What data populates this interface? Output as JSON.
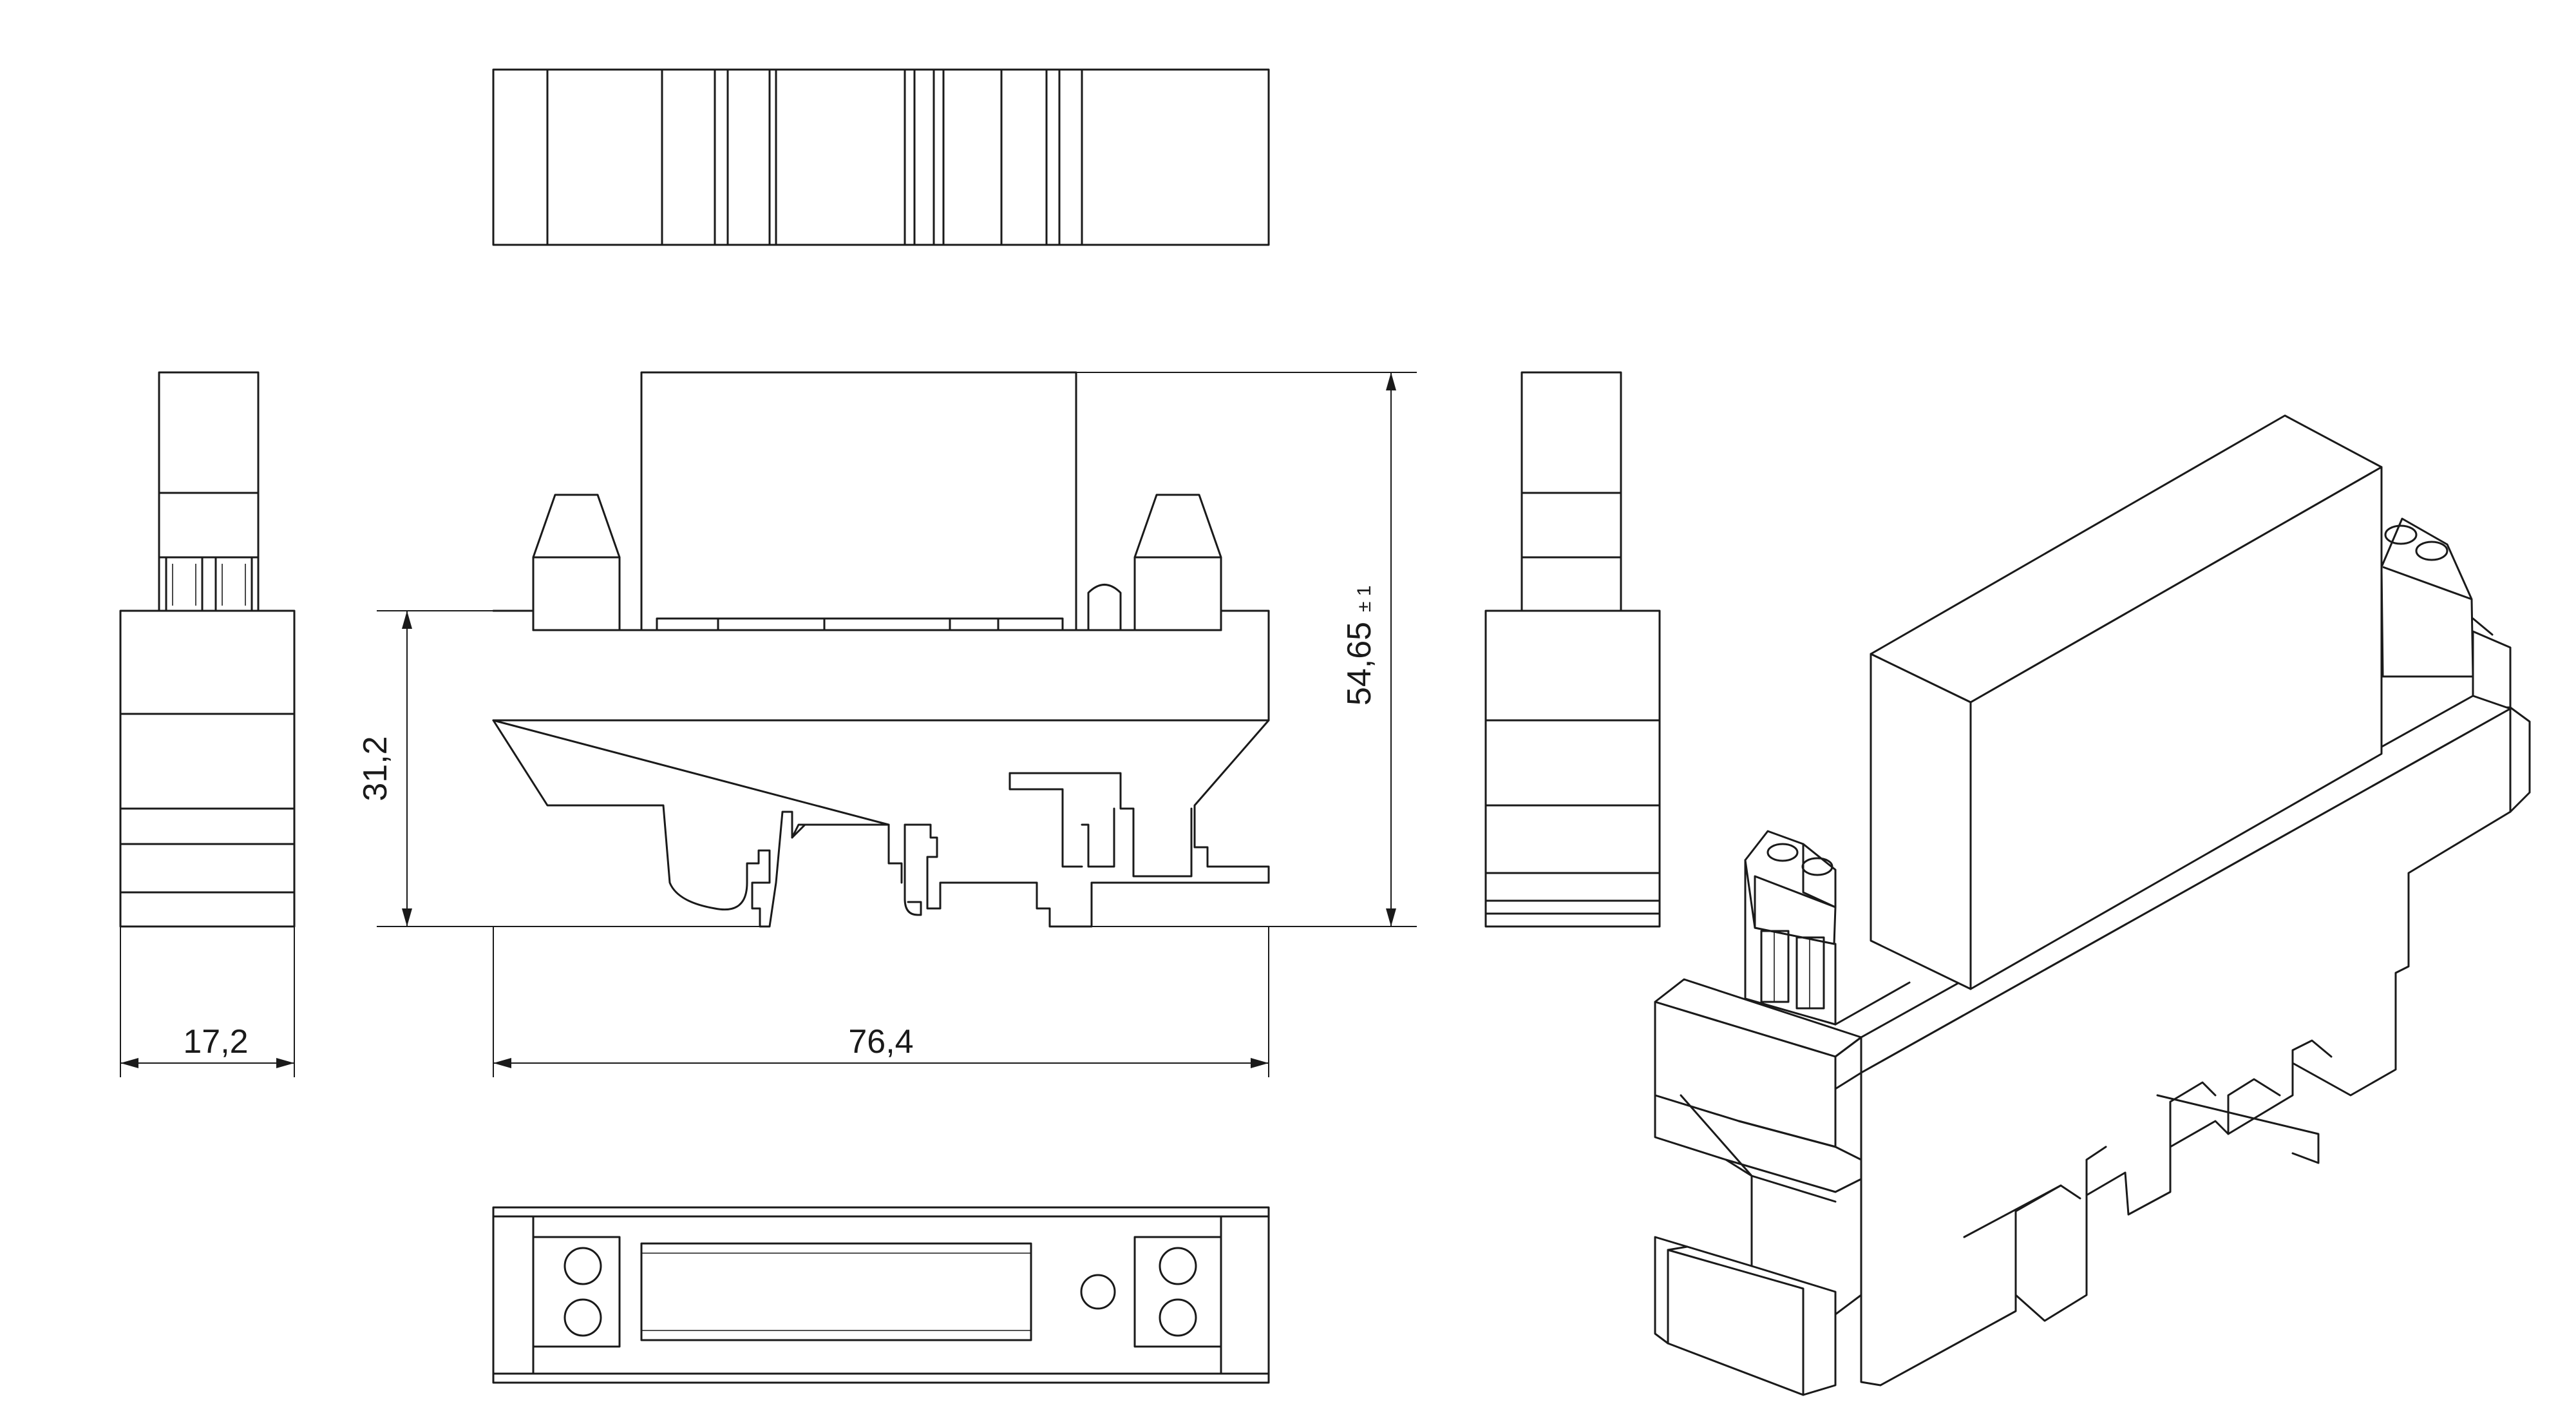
{
  "drawing": {
    "dimensions": {
      "width_side": "17,2",
      "width_front": "76,4",
      "base_height": "31,2",
      "total_height": "54,65",
      "total_height_tolerance": "± 1"
    }
  }
}
